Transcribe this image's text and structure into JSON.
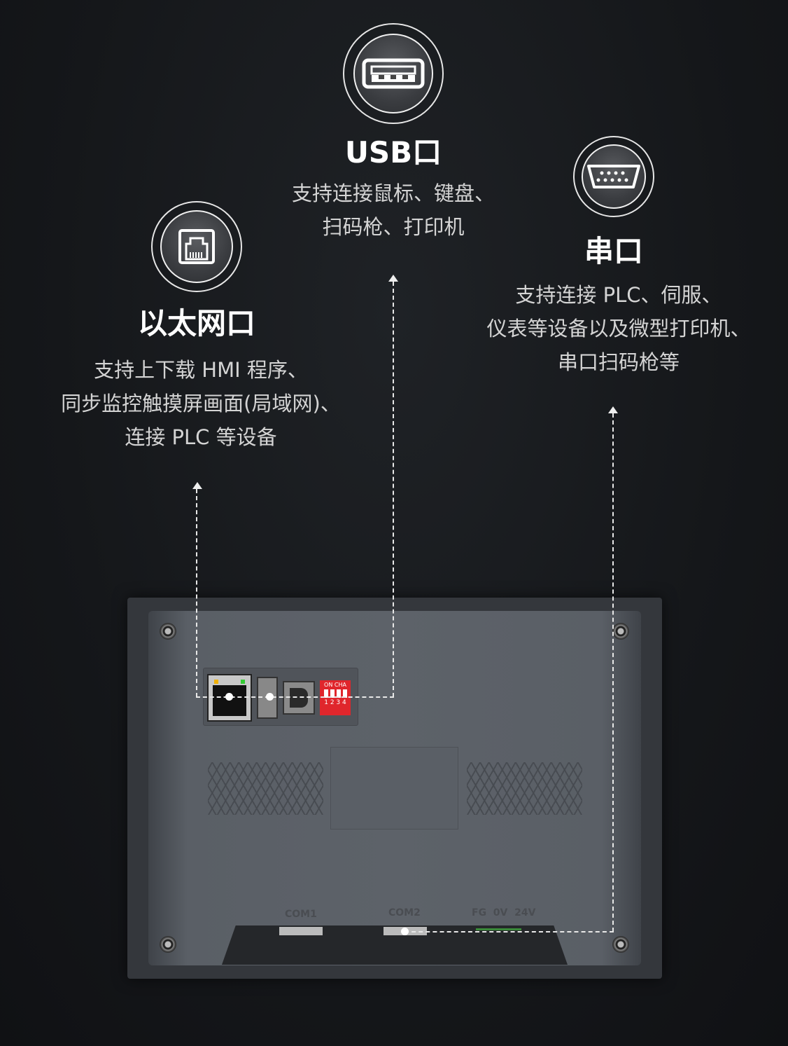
{
  "usb": {
    "icon": "usb-icon",
    "title": "USB口",
    "desc": [
      "支持连接鼠标、键盘、",
      "扫码枪、打印机"
    ]
  },
  "serial": {
    "icon": "serial-port-icon",
    "title": "串口",
    "desc": [
      "支持连接 PLC、伺服、",
      "仪表等设备以及微型打印机、",
      "串口扫码枪等"
    ]
  },
  "ethernet": {
    "icon": "ethernet-icon",
    "title": "以太网口",
    "desc": [
      "支持上下载 HMI 程序、",
      "同步监控触摸屏画面(局域网)、",
      "连接 PLC 等设备"
    ]
  },
  "device": {
    "dip_switch": {
      "top": "ON CHA",
      "bottom": "1 2 3 4"
    },
    "port_labels": [
      "COM1",
      "COM2",
      "FG  0V  24V"
    ]
  },
  "colors": {
    "background": "#15171a",
    "device_body": "#565b62",
    "dip_switch": "#e0262c"
  }
}
